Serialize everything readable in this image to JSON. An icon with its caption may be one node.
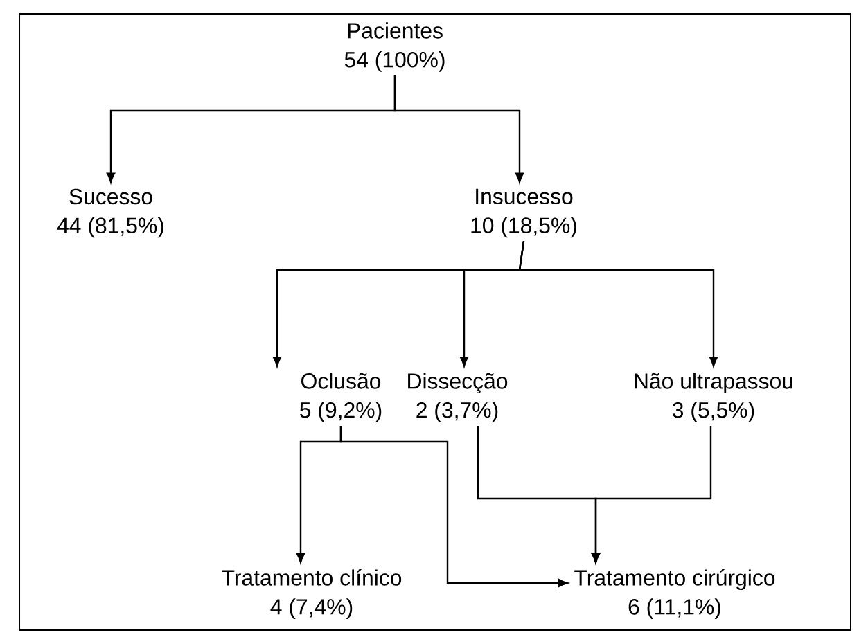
{
  "diagram": {
    "nodes": [
      {
        "text": [
          "Pacientes",
          "54 (100%)"
        ]
      },
      {
        "text": [
          "Sucesso",
          "44 (81,5%)"
        ]
      },
      {
        "text": [
          "Insucesso",
          "10 (18,5%)"
        ]
      },
      {
        "text": [
          "Oclusão",
          "5 (9,2%)"
        ]
      },
      {
        "text": [
          "Dissecção",
          "2 (3,7%)"
        ]
      },
      {
        "text": [
          "Não ultrapassou",
          "3 (5,5%)"
        ]
      },
      {
        "text": [
          "Tratamento clínico",
          "4 (7,4%)"
        ]
      },
      {
        "text": [
          "Tratamento cirúrgico",
          "6 (11,1%)"
        ]
      }
    ],
    "edges": [
      {
        "from": 0,
        "to": 1,
        "arrow": "to"
      },
      {
        "from": 0,
        "to": 2,
        "arrow": "to"
      },
      {
        "from": 2,
        "to": 3,
        "arrow": "to"
      },
      {
        "from": 2,
        "to": 4,
        "arrow": "to"
      },
      {
        "from": 2,
        "to": 5,
        "arrow": "to"
      },
      {
        "from": 3,
        "to": 6,
        "arrow": "to"
      },
      {
        "from": 3,
        "to": 7,
        "arrow": "to"
      },
      {
        "from": 4,
        "to": 7,
        "arrow": "to"
      },
      {
        "from": 5,
        "to": 7,
        "arrow": "to"
      }
    ]
  }
}
